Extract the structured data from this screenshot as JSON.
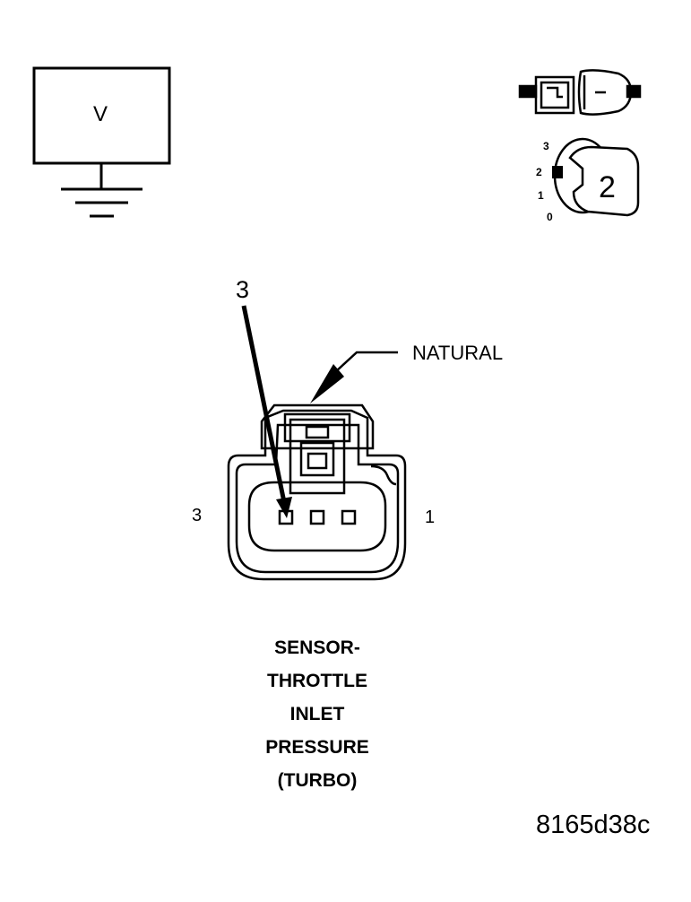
{
  "voltmeter": {
    "symbol": "V",
    "icon": "voltmeter-ground-icon"
  },
  "ignition_switch": {
    "icon": "ignition-key-switch-icon",
    "positions": [
      "3",
      "2",
      "1",
      "0"
    ],
    "selected": "2"
  },
  "connector": {
    "callout_pin": "3",
    "housing_color_label": "NATURAL",
    "left_pin_label": "3",
    "right_pin_label": "1",
    "title_lines": [
      "SENSOR-",
      "THROTTLE",
      "INLET",
      "PRESSURE",
      "(TURBO)"
    ]
  },
  "figure_id": "8165d38c",
  "colors": {
    "line": "#000000",
    "background": "#ffffff"
  }
}
